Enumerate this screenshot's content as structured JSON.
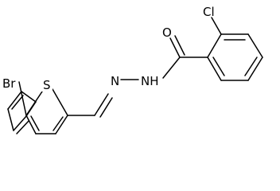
{
  "molecule": {
    "atoms": {
      "br": "Br",
      "s": "S",
      "n1": "N",
      "nh": "NH",
      "o": "O",
      "cl": "Cl"
    },
    "colors": {
      "bond": "#000000",
      "label": "#000000",
      "background": "#ffffff"
    }
  }
}
